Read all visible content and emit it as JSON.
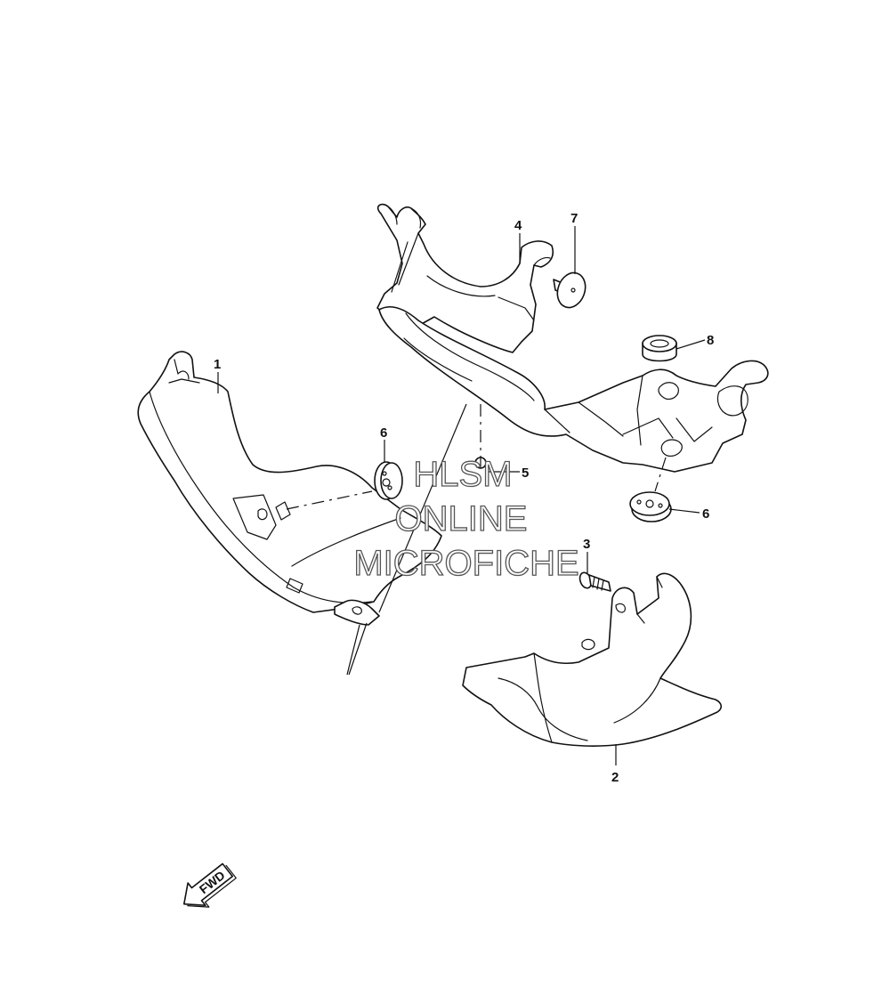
{
  "callouts": {
    "c1": "1",
    "c2": "2",
    "c3": "3",
    "c4": "4",
    "c5": "5",
    "c6a": "6",
    "c6b": "6",
    "c7": "7",
    "c8": "8"
  },
  "watermark": {
    "line1": "HLSM",
    "line2": "ONLINE",
    "line3": "MICROFICHE"
  },
  "direction_arrow": {
    "label": "FWD"
  }
}
